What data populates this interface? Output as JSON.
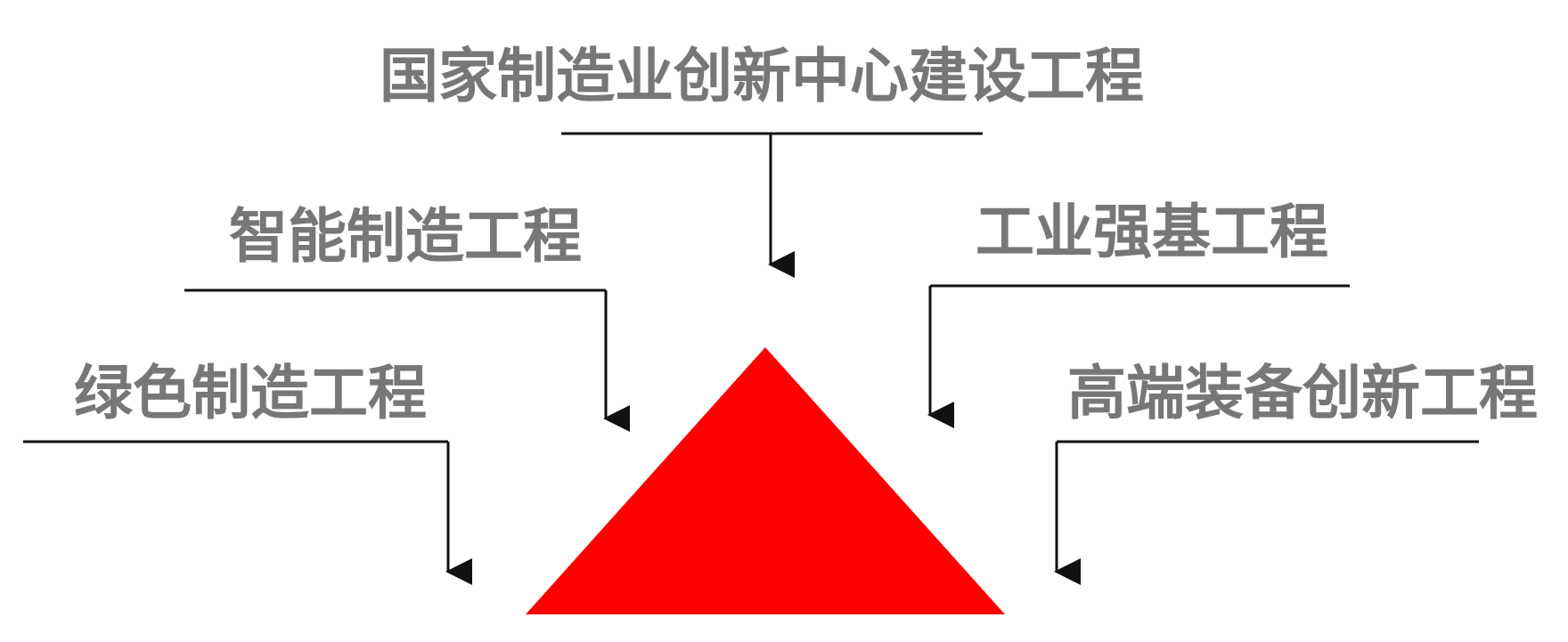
{
  "diagram": {
    "labels": {
      "top": "国家制造业创新中心建设工程",
      "left_mid": "智能制造工程",
      "left_low": "绿色制造工程",
      "right_mid": "工业强基工程",
      "right_low": "高端装备创新工程"
    },
    "colors": {
      "text": "#777777",
      "line": "#111111",
      "triangle": "#ff0000",
      "background": "#ffffff"
    }
  }
}
